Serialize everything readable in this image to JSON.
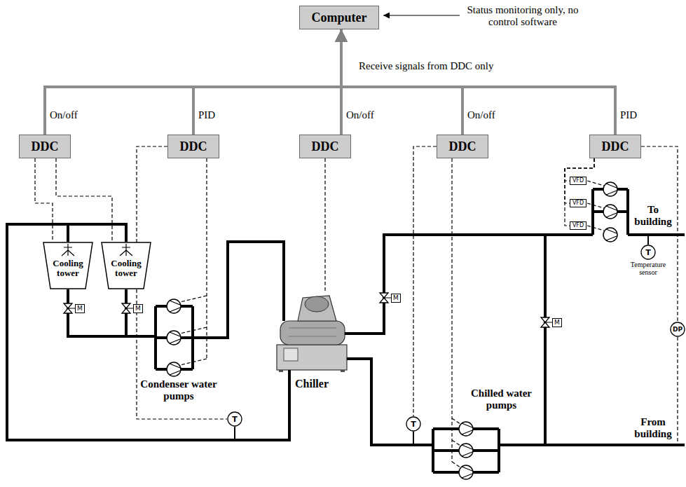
{
  "diagram": {
    "nodes": [
      {
        "text": [
          "Computer"
        ]
      },
      {
        "text": [
          "DDC"
        ]
      },
      {
        "text": [
          "DDC"
        ]
      },
      {
        "text": [
          "DDC"
        ]
      },
      {
        "text": [
          "DDC"
        ]
      },
      {
        "text": [
          "DDC"
        ]
      },
      {
        "text": [
          "Cooling tower"
        ]
      },
      {
        "text": [
          "Cooling tower"
        ]
      },
      {
        "text": [
          "Chiller"
        ]
      },
      {
        "text": [
          "M"
        ]
      },
      {
        "text": [
          "M"
        ]
      },
      {
        "text": [
          "M"
        ]
      },
      {
        "text": [
          "M"
        ]
      },
      {
        "text": [
          "VFD"
        ]
      },
      {
        "text": [
          "VFD"
        ]
      },
      {
        "text": [
          "VFD"
        ]
      },
      {
        "text": [
          "T"
        ]
      },
      {
        "text": [
          "T"
        ]
      },
      {
        "text": [
          "T",
          "Temperature sensor"
        ]
      },
      {
        "text": [
          "DP"
        ]
      }
    ],
    "edges": [
      {
        "from": 1,
        "to": 0,
        "arrow": "to"
      },
      {
        "from": 2,
        "to": 0,
        "arrow": "to"
      },
      {
        "from": 3,
        "to": 0,
        "arrow": "to"
      },
      {
        "from": 4,
        "to": 0,
        "arrow": "to"
      },
      {
        "from": 5,
        "to": 0,
        "arrow": "to"
      },
      {
        "from": 1,
        "to": 6,
        "arrow": "none"
      },
      {
        "from": 1,
        "to": 7,
        "arrow": "none"
      },
      {
        "from": 3,
        "to": 8,
        "arrow": "none"
      },
      {
        "from": 2,
        "to": 16,
        "arrow": "none"
      },
      {
        "from": 4,
        "to": 17,
        "arrow": "none"
      },
      {
        "from": 5,
        "to": 13,
        "arrow": "none"
      },
      {
        "from": 5,
        "to": 14,
        "arrow": "none"
      },
      {
        "from": 5,
        "to": 15,
        "arrow": "none"
      },
      {
        "from": 5,
        "to": 19,
        "arrow": "none"
      }
    ],
    "labels": [
      "Status monitoring only, no control software",
      "Receive signals from DDC only",
      "On/off",
      "PID",
      "On/off",
      "On/off",
      "PID",
      "Condenser water pumps",
      "Chilled water pumps",
      "To building",
      "From building"
    ]
  }
}
